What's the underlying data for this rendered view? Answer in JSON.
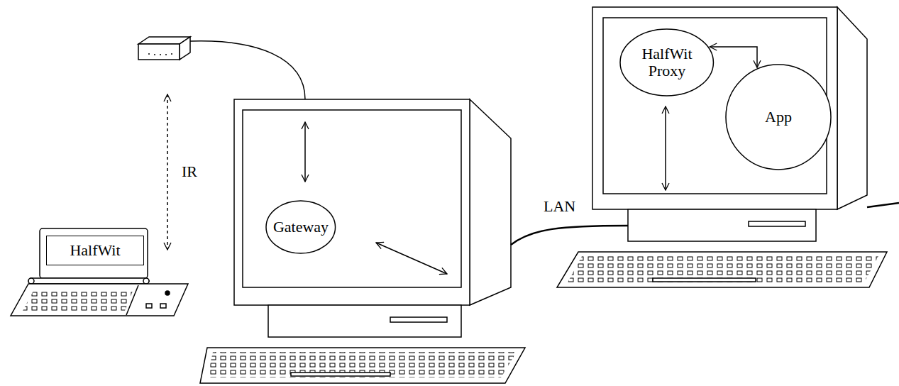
{
  "diagram": {
    "nodes": [
      {
        "text": [
          "HalfWit"
        ]
      },
      {
        "text": [
          "Gateway"
        ]
      },
      {
        "text": [
          "HalfWit Proxy"
        ]
      },
      {
        "text": [
          "App"
        ]
      }
    ],
    "edges": [
      {
        "from": 2,
        "to": 3,
        "arrow": "both"
      }
    ],
    "labels": [
      "IR",
      "LAN"
    ]
  }
}
